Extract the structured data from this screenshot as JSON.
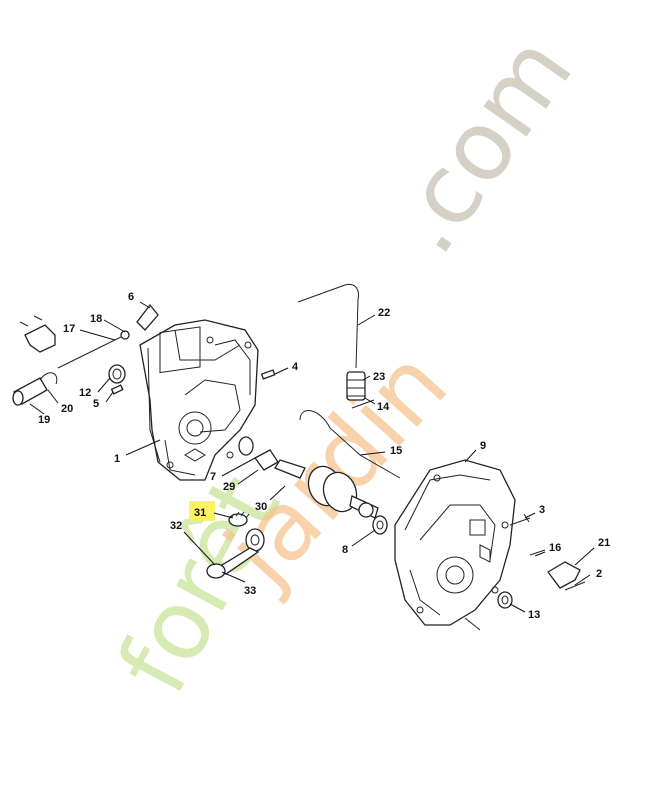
{
  "watermark": {
    "parts": [
      "forêt",
      "jardin",
      ".com"
    ],
    "colors": [
      "#c9e39a",
      "#f6c48e",
      "#cfc8bd"
    ]
  },
  "highlight": {
    "part": "31",
    "color": "#fff04a"
  },
  "labels": [
    {
      "id": "1",
      "text": "1"
    },
    {
      "id": "2",
      "text": "2"
    },
    {
      "id": "3",
      "text": "3"
    },
    {
      "id": "4",
      "text": "4"
    },
    {
      "id": "5",
      "text": "5"
    },
    {
      "id": "6",
      "text": "6"
    },
    {
      "id": "7",
      "text": "7"
    },
    {
      "id": "8",
      "text": "8"
    },
    {
      "id": "9",
      "text": "9"
    },
    {
      "id": "12",
      "text": "12"
    },
    {
      "id": "13",
      "text": "13"
    },
    {
      "id": "14",
      "text": "14"
    },
    {
      "id": "15",
      "text": "15"
    },
    {
      "id": "16",
      "text": "16"
    },
    {
      "id": "17",
      "text": "17"
    },
    {
      "id": "18",
      "text": "18"
    },
    {
      "id": "19",
      "text": "19"
    },
    {
      "id": "20",
      "text": "20"
    },
    {
      "id": "21",
      "text": "21"
    },
    {
      "id": "22",
      "text": "22"
    },
    {
      "id": "23",
      "text": "23"
    },
    {
      "id": "29",
      "text": "29"
    },
    {
      "id": "30",
      "text": "30"
    },
    {
      "id": "31",
      "text": "31"
    },
    {
      "id": "32",
      "text": "32"
    },
    {
      "id": "33",
      "text": "33"
    }
  ]
}
